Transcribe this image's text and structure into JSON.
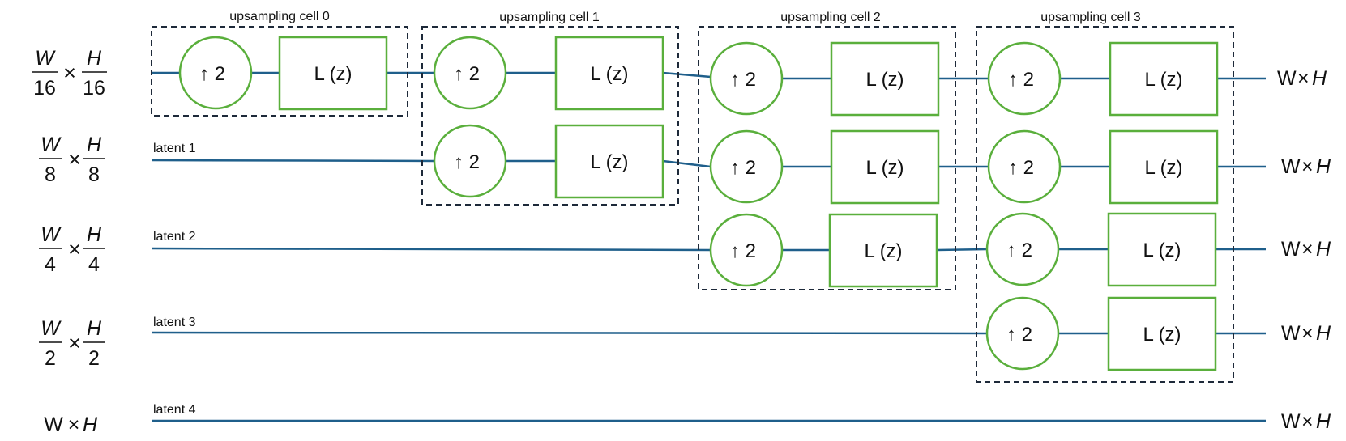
{
  "colors": {
    "line": "#1f5f8b",
    "node": "#5aaf3c",
    "dash": "#1e2a3a",
    "text": "#111111"
  },
  "cells": [
    {
      "label": "upsampling cell 0"
    },
    {
      "label": "upsampling cell 1"
    },
    {
      "label": "upsampling cell 2"
    },
    {
      "label": "upsampling cell 3"
    }
  ],
  "latents": [
    {
      "label": "latent 1"
    },
    {
      "label": "latent 2"
    },
    {
      "label": "latent 3"
    },
    {
      "label": "latent 4"
    }
  ],
  "resolutions": [
    {
      "w": "W",
      "w_den": "16",
      "h": "H",
      "h_den": "16",
      "times": "×"
    },
    {
      "w": "W",
      "w_den": "8",
      "h": "H",
      "h_den": "8",
      "times": "×"
    },
    {
      "w": "W",
      "w_den": "4",
      "h": "H",
      "h_den": "4",
      "times": "×"
    },
    {
      "w": "W",
      "w_den": "2",
      "h": "H",
      "h_den": "2",
      "times": "×"
    },
    {
      "w": "W",
      "times": "×",
      "h": "H"
    }
  ],
  "outputs": [
    {
      "w": "W",
      "times": "×",
      "h": "H"
    },
    {
      "w": "W",
      "times": "×",
      "h": "H"
    },
    {
      "w": "W",
      "times": "×",
      "h": "H"
    },
    {
      "w": "W",
      "times": "×",
      "h": "H"
    },
    {
      "w": "W",
      "times": "×",
      "h": "H"
    }
  ],
  "upsample_label": "↑ 2",
  "layer_label": "L (z)"
}
